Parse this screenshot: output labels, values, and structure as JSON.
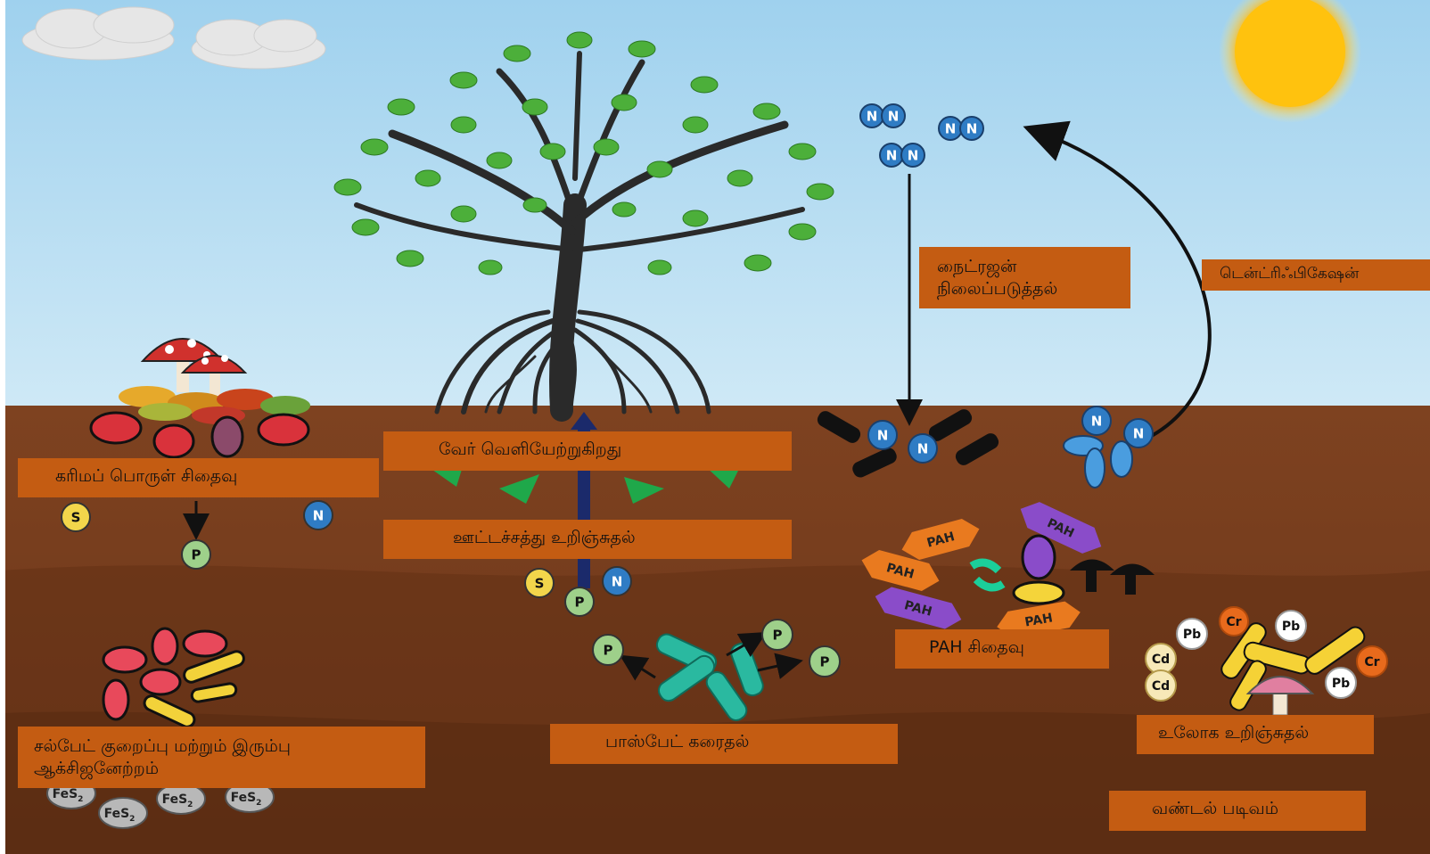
{
  "labels": {
    "organic_decomposition": "கரிமப் பொருள் சிதைவு",
    "root_exudation": "வேர் வெளியேற்றுகிறது",
    "nutrient_uptake": "ஊட்டச்சத்து உறிஞ்சுதல்",
    "nitrogen_fixation": "நைட்ரஜன்\nநிலைப்படுத்தல்",
    "denitrification": "டென்ட்ரிஃபிகேஷன்",
    "pah_degradation": "PAH சிதைவு",
    "sulfate_reduction": "சல்பேட் குறைப்பு மற்றும் இரும்பு\nஆக்சிஜனேற்றம்",
    "phosphate_solubilization": "பாஸ்பேட் கரைதல்",
    "metal_uptake": "உலோக உறிஞ்சுதல்",
    "sediment_model": "வண்டல் படிவம்"
  },
  "symbols": {
    "nitrogen": "N",
    "phosphorus": "P",
    "sulfur": "S",
    "pah": "PAH",
    "lead": "Pb",
    "chromium": "Cr",
    "cadmium": "Cd",
    "pyrite": "FeS",
    "pyrite_sub": "2"
  },
  "colors": {
    "sky": "#b9dff3",
    "soil": "#7a3f1e",
    "label_bg": "#c45c12",
    "leaf": "#4caf3a",
    "nitrogen": "#2f7cc4",
    "phosphorus": "#9ed08a",
    "sulfur": "#f2d64b",
    "pah_orange": "#e97a1f",
    "pah_purple": "#8a4cc9"
  }
}
